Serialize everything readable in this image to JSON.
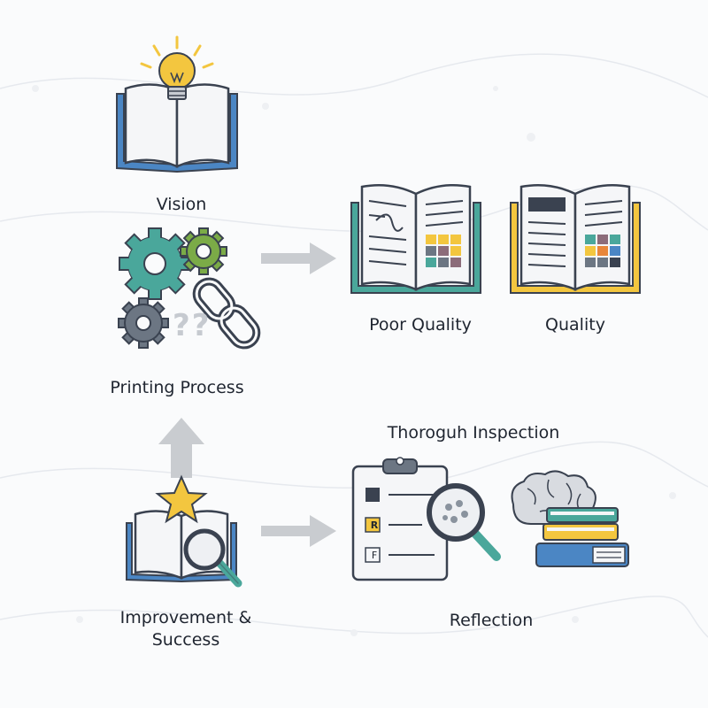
{
  "labels": {
    "vision": "Vision",
    "printing_process": "Printing Process",
    "poor_quality": "Poor Quality",
    "quality": "Quality",
    "inspection": "Thoroguh Inspection",
    "reflection": "Reflection",
    "improvement_line1": "Improvement &",
    "improvement_line2": "Success"
  },
  "icon_text": {
    "question_marks": "??",
    "check_letter": "R",
    "form_letter": "F"
  },
  "colors": {
    "blue": "#4b86c4",
    "teal": "#4aa79b",
    "yellow": "#f3c63f",
    "gear_green": "#7bab47",
    "gear_gray": "#6c7683",
    "arrow": "#c9ccd0",
    "outline": "#3a4250"
  }
}
